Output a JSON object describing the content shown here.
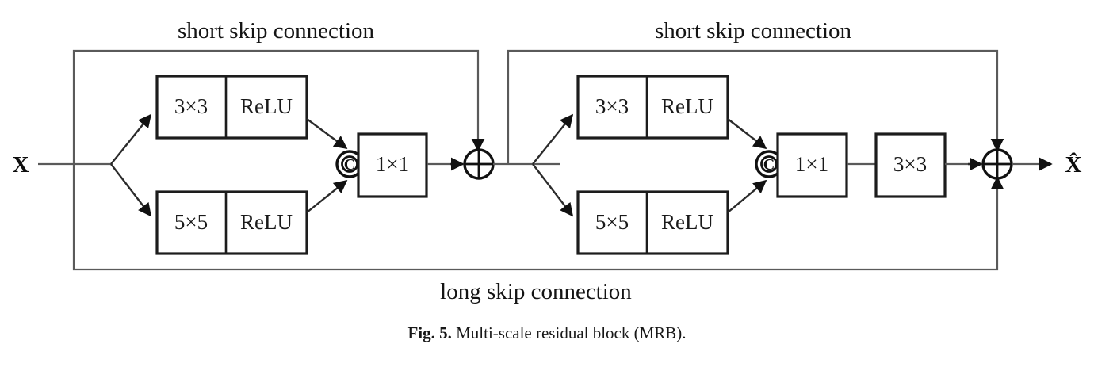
{
  "figure": {
    "caption_label": "Fig. 5.",
    "caption_text": "Multi-scale residual block (MRB).",
    "input_label": "X",
    "output_label": "X̂"
  },
  "connections": {
    "short_skip_1": "short skip connection",
    "short_skip_2": "short skip connection",
    "long_skip": "long skip connection"
  },
  "nodes": {
    "concat_glyph": "C",
    "add_glyph": "+"
  },
  "blocks": [
    {
      "name": "mrb-stage-1",
      "branches": [
        {
          "kernel": "3×3",
          "activation": "ReLU"
        },
        {
          "kernel": "5×5",
          "activation": "ReLU"
        }
      ],
      "fuse": [
        "1×1"
      ]
    },
    {
      "name": "mrb-stage-2",
      "branches": [
        {
          "kernel": "3×3",
          "activation": "ReLU"
        },
        {
          "kernel": "5×5",
          "activation": "ReLU"
        }
      ],
      "fuse": [
        "1×1",
        "3×3"
      ]
    }
  ],
  "colors": {
    "wire": "#5a5a5a",
    "outline": "#1c1c1c",
    "text": "#1a1a1a",
    "background": "#ffffff"
  }
}
